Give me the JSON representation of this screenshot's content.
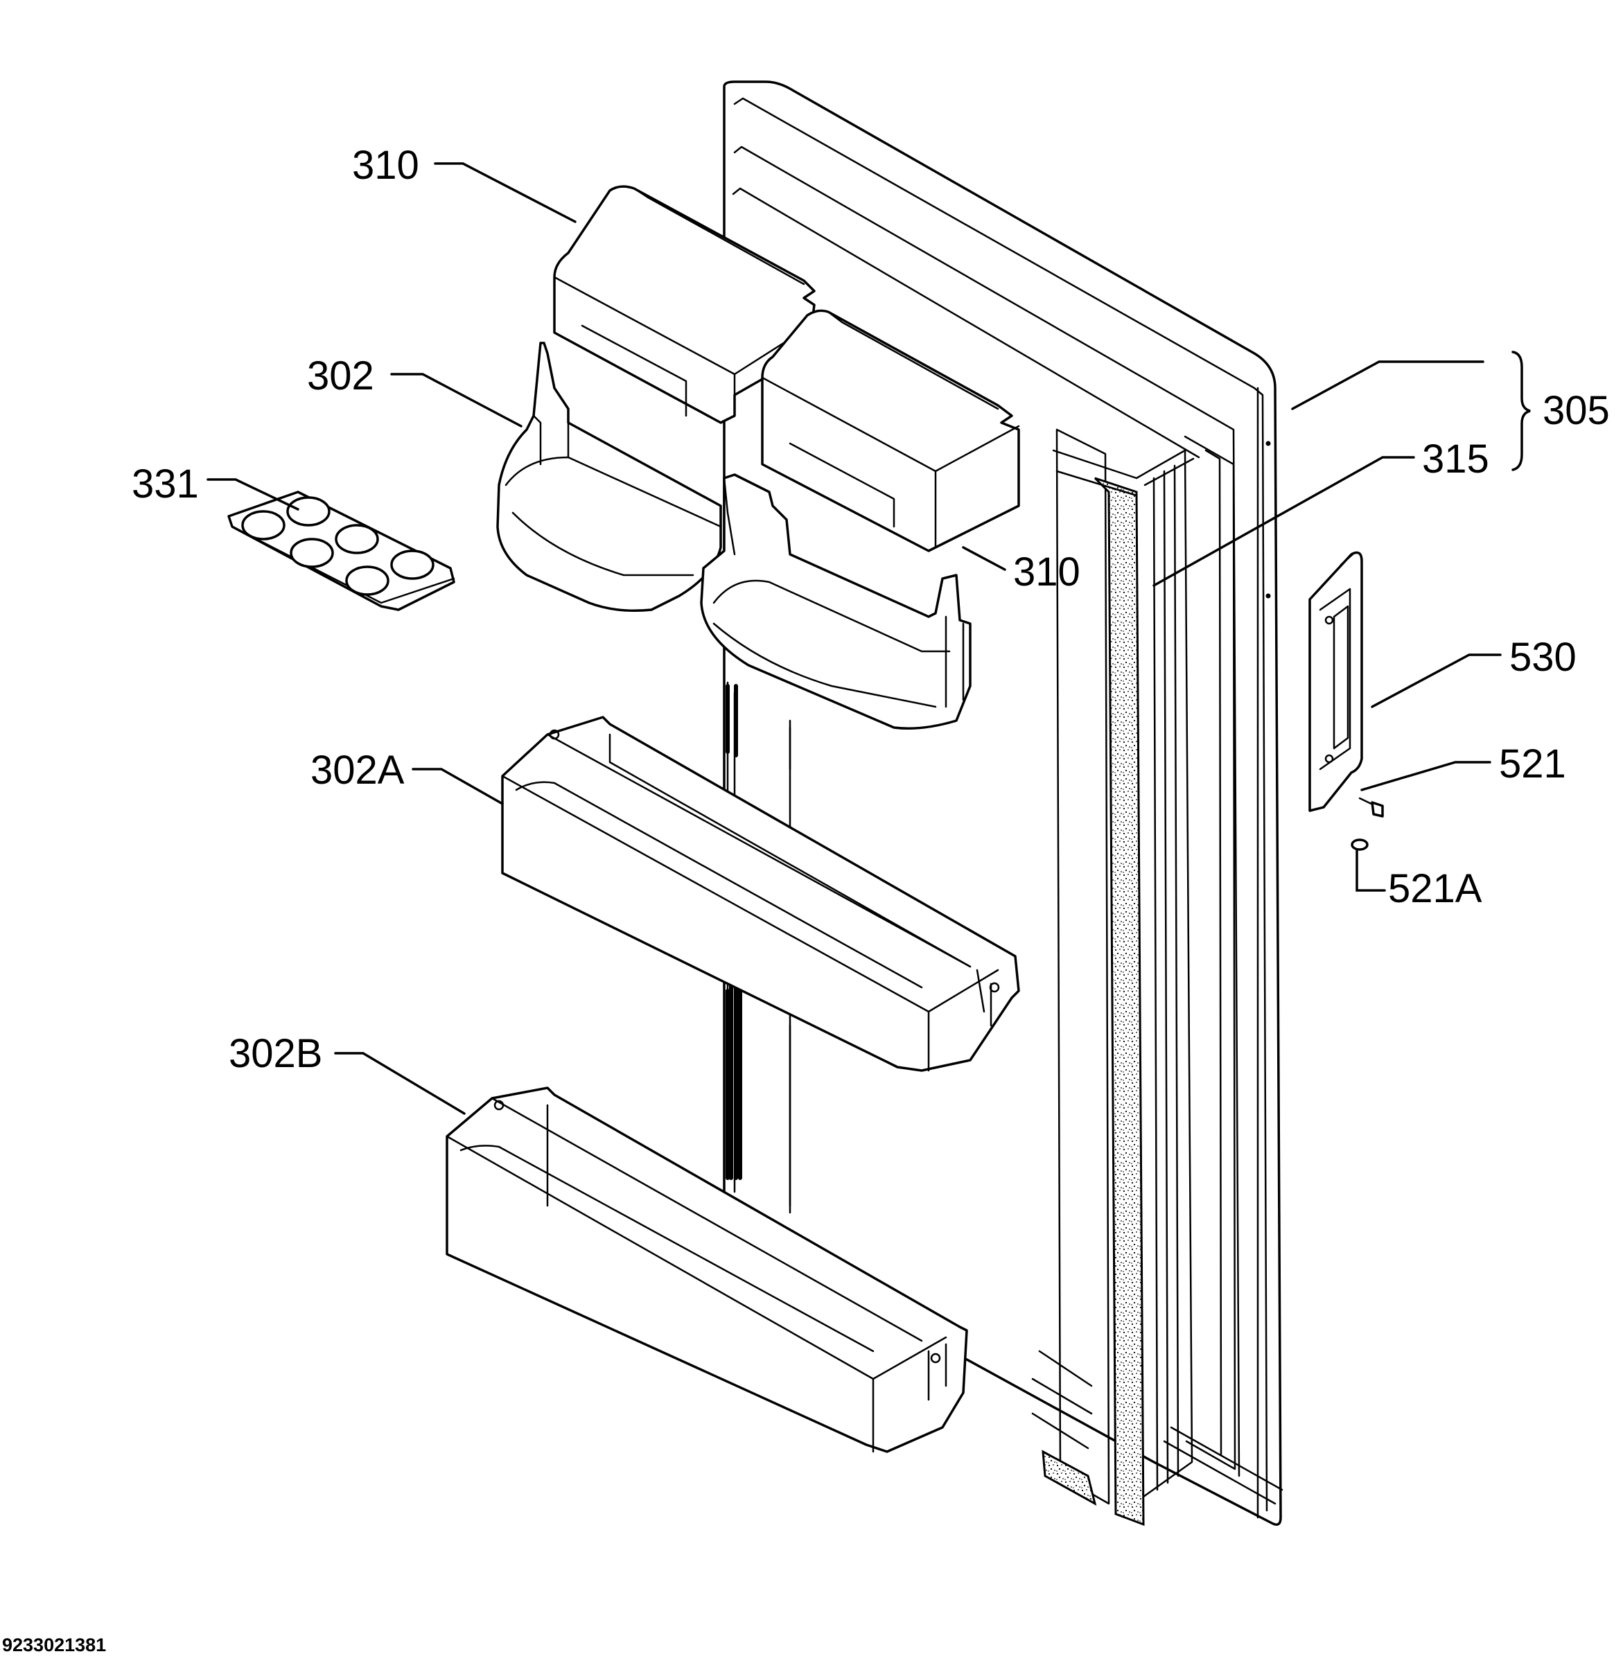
{
  "callouts": {
    "c310a": "310",
    "c302": "302",
    "c331": "331",
    "c305": "305",
    "c315": "315",
    "c310b": "310",
    "c530": "530",
    "c521": "521",
    "c521a": "521A",
    "c302a": "302A",
    "c302b": "302B"
  },
  "document_number": "9233021381"
}
